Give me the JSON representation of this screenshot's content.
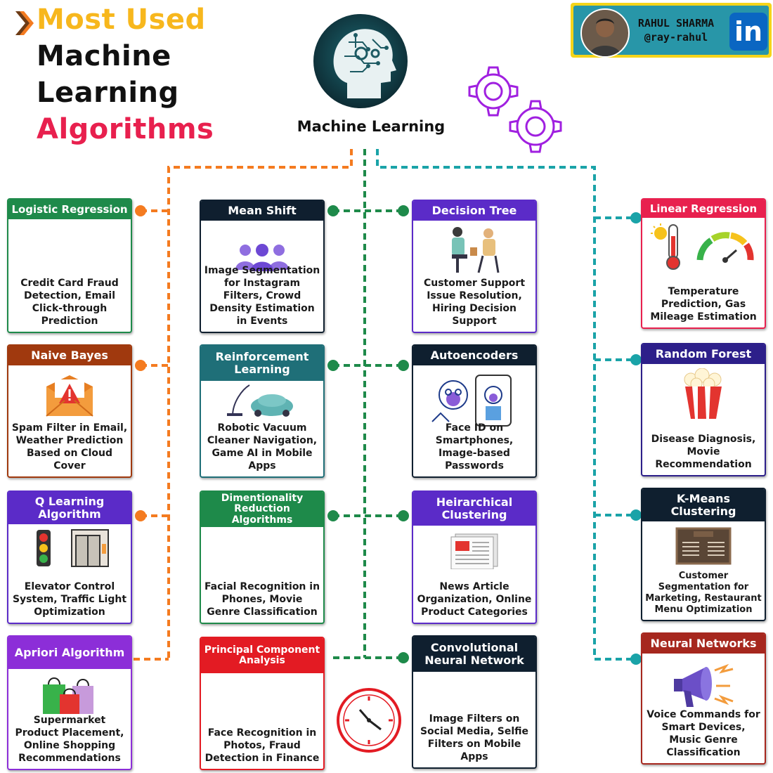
{
  "title": {
    "line1": "Most Used",
    "line2": "Machine",
    "line3": "Learning",
    "line4": "Algorithms"
  },
  "center": {
    "label": "Machine Learning"
  },
  "author": {
    "name": "RAHUL SHARMA",
    "handle": "@ray-rahul",
    "network": "in"
  },
  "colors": {
    "orange": "#f47b20",
    "green": "#1e8a4a",
    "teal": "#1aa3a8",
    "yellow": "#f7b71d",
    "crimson": "#e8204e",
    "purple": "#5b2bc8",
    "brown": "#a0390e",
    "dark_teal": "#1f6f78",
    "red": "#e31b23",
    "navy": "#0f1f2f",
    "dark_red": "#a6271e"
  },
  "cards": {
    "logistic": {
      "title": "Logistic Regression",
      "desc": "Credit Card Fraud Detection, Email Click-through Prediction",
      "icon": "none"
    },
    "naive_bayes": {
      "title": "Naive Bayes",
      "desc": "Spam Filter in Email, Weather Prediction Based on Cloud Cover",
      "icon": "warning-envelope-icon"
    },
    "q_learning": {
      "title": "Q Learning Algorithm",
      "desc": "Elevator Control System, Traffic Light Optimization",
      "icon": "traffic-light-elevator-icon"
    },
    "apriori": {
      "title": "Apriori Algorithm",
      "desc": "Supermarket Product Placement, Online Shopping Recommendations",
      "icon": "shopping-bags-icon"
    },
    "mean_shift": {
      "title": "Mean Shift",
      "desc": "Image Segmentation for Instagram Filters, Crowd Density Estimation in Events",
      "icon": "crowd-icon"
    },
    "reinforcement": {
      "title": "Reinforcement Learning",
      "desc": "Robotic Vacuum Cleaner Navigation, Game AI in Mobile Apps",
      "icon": "vacuum-icon"
    },
    "dimensionality": {
      "title": "Dimentionality Reduction Algorithms",
      "desc": "Facial Recognition in Phones, Movie Genre Classification",
      "icon": "none"
    },
    "pca": {
      "title": "Principal Component Analysis",
      "desc": "Face Recognition in Photos, Fraud Detection in Finance",
      "icon": "none"
    },
    "decision_tree": {
      "title": "Decision Tree",
      "desc": "Customer Support Issue Resolution, Hiring Decision Support",
      "icon": "conversation-icon"
    },
    "autoencoders": {
      "title": "Autoencoders",
      "desc": "Face ID on Smartphones, Image-based Passwords",
      "icon": "face-id-icon"
    },
    "hierarchical": {
      "title": "Heirarchical Clustering",
      "desc": "News Article Organization, Online Product Categories",
      "icon": "newspaper-icon"
    },
    "cnn": {
      "title": "Convolutional Neural Network",
      "desc": "Image Filters on Social Media, Selfie Filters on Mobile Apps",
      "icon": "none"
    },
    "linear": {
      "title": "Linear Regression",
      "desc": "Temperature Prediction, Gas Mileage Estimation",
      "icon": "thermometer-gauge-icon"
    },
    "random_forest": {
      "title": "Random Forest",
      "desc": "Disease Diagnosis, Movie Recommendation",
      "icon": "popcorn-icon"
    },
    "kmeans": {
      "title": "K-Means Clustering",
      "desc": "Customer Segmentation for Marketing, Restaurant Menu Optimization",
      "icon": "menu-board-icon"
    },
    "neural": {
      "title": "Neural Networks",
      "desc": "Voice Commands for Smart Devices, Music Genre Classification",
      "icon": "megaphone-icon"
    }
  }
}
